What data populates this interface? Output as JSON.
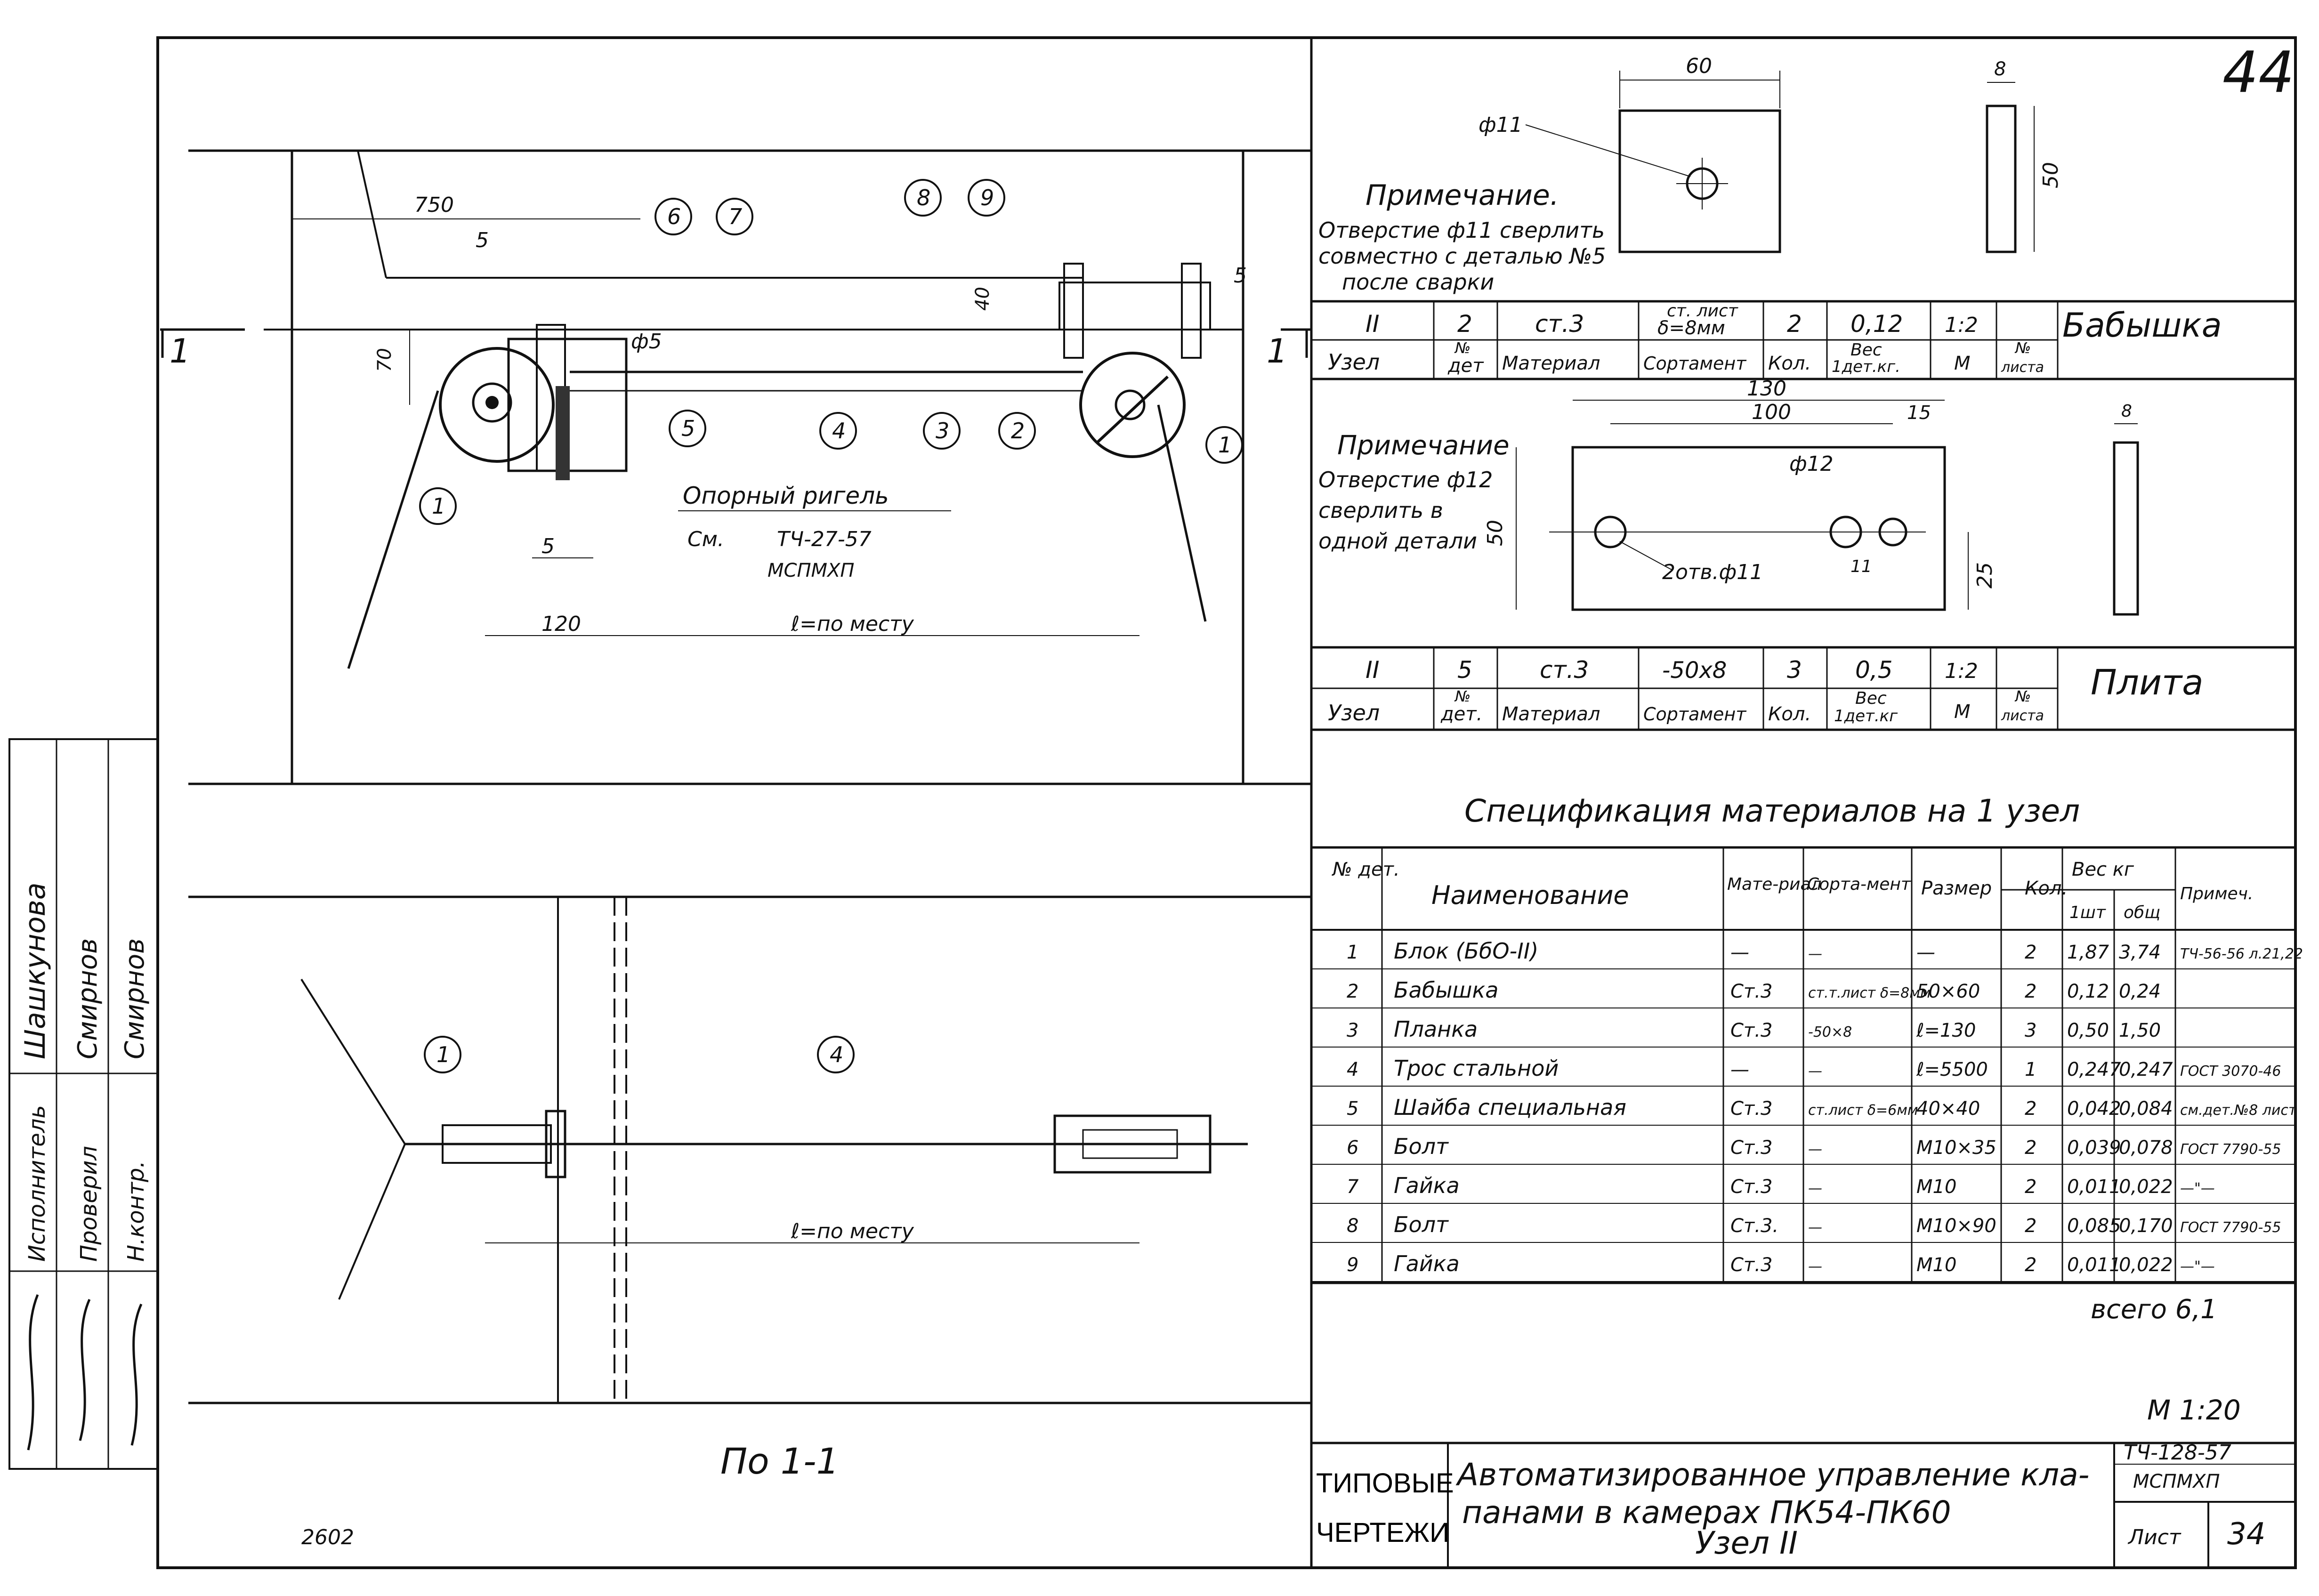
{
  "sheet_corner_number": "44",
  "detail_2": {
    "dims": {
      "width": "60",
      "height": "50",
      "thickness": "8",
      "hole": "ф11"
    },
    "note": [
      "Примечание.",
      "Отверстие ф11 сверлить",
      "совместно с деталью №5",
      "после сварки"
    ],
    "row": {
      "node": "II",
      "num": "2",
      "material": "ст.3",
      "sortament_a": "ст. лист",
      "sortament_b": "δ=8мм",
      "qty": "2",
      "weight": "0,12",
      "scale": "1:2",
      "sheet": "",
      "name": "Бабышка"
    },
    "headers": {
      "node": "Узел",
      "num_a": "№",
      "num_b": "дет",
      "material": "Материал",
      "sortament": "Сортамент",
      "qty": "Кол.",
      "weight_a": "Вес",
      "weight_b": "1дет.кг.",
      "scale": "М",
      "sheet_a": "№",
      "sheet_b": "листа"
    }
  },
  "detail_5": {
    "dims": {
      "length": "130",
      "inner": "100",
      "edge": "15",
      "height": "50",
      "bottom": "25",
      "thickness": "8",
      "hole": "ф12",
      "holes_two": "2отв.ф11",
      "small": "11"
    },
    "note": [
      "Примечание",
      "Отверстие ф12",
      "сверлить в",
      "одной детали"
    ],
    "row": {
      "node": "II",
      "num": "5",
      "material": "ст.3",
      "sortament": "-50х8",
      "qty": "3",
      "weight": "0,5",
      "scale": "1:2",
      "sheet": "",
      "name": "Плита"
    },
    "headers": {
      "node": "Узел",
      "num_a": "№",
      "num_b": "дет.",
      "material": "Материал",
      "sortament": "Сортамент",
      "qty": "Кол.",
      "weight_a": "Вес",
      "weight_b": "1дет.кг",
      "scale": "М",
      "sheet_a": "№",
      "sheet_b": "листа"
    }
  },
  "spec": {
    "title": "Спецификация материалов на 1 узел",
    "headers": {
      "num": "№ дет.",
      "name": "Наименование",
      "material": "Мате-риал",
      "sortament": "Сорта-мент",
      "size": "Размер",
      "qty": "Кол.",
      "weight": "Вес кг",
      "w1": "1шт",
      "wt": "общ",
      "note": "Примеч."
    },
    "rows": [
      {
        "num": "1",
        "name": "Блок (БбО-II)",
        "mat": "—",
        "sort": "—",
        "size": "—",
        "qty": "2",
        "w1": "1,87",
        "wt": "3,74",
        "note": "ТЧ-56-56 л.21,22"
      },
      {
        "num": "2",
        "name": "Бабышка",
        "mat": "Ст.3",
        "sort": "ст.т.лист δ=8мм",
        "size": "50×60",
        "qty": "2",
        "w1": "0,12",
        "wt": "0,24",
        "note": ""
      },
      {
        "num": "3",
        "name": "Планка",
        "mat": "Ст.3",
        "sort": "-50×8",
        "size": "ℓ=130",
        "qty": "3",
        "w1": "0,50",
        "wt": "1,50",
        "note": ""
      },
      {
        "num": "4",
        "name": "Трос стальной",
        "mat": "—",
        "sort": "—",
        "size": "ℓ=5500",
        "qty": "1",
        "w1": "0,247",
        "wt": "0,247",
        "note": "ГОСТ 3070-46"
      },
      {
        "num": "5",
        "name": "Шайба специальная",
        "mat": "Ст.3",
        "sort": "ст.лист δ=6мм",
        "size": "40×40",
        "qty": "2",
        "w1": "0,042",
        "wt": "0,084",
        "note": "см.дет.№8 лист"
      },
      {
        "num": "6",
        "name": "Болт",
        "mat": "Ст.3",
        "sort": "—",
        "size": "М10×35",
        "qty": "2",
        "w1": "0,039",
        "wt": "0,078",
        "note": "ГОСТ 7790-55"
      },
      {
        "num": "7",
        "name": "Гайка",
        "mat": "Ст.3",
        "sort": "—",
        "size": "М10",
        "qty": "2",
        "w1": "0,011",
        "wt": "0,022",
        "note": "—\"—"
      },
      {
        "num": "8",
        "name": "Болт",
        "mat": "Ст.3.",
        "sort": "—",
        "size": "М10×90",
        "qty": "2",
        "w1": "0,085",
        "wt": "0,170",
        "note": "ГОСТ 7790-55"
      },
      {
        "num": "9",
        "name": "Гайка",
        "mat": "Ст.3",
        "sort": "—",
        "size": "М10",
        "qty": "2",
        "w1": "0,011",
        "wt": "0,022",
        "note": "—\"—"
      }
    ],
    "total": "всего 6,1"
  },
  "scale": "М 1:20",
  "title_block": {
    "left": [
      "ТИПОВЫЕ",
      "ЧЕРТЕЖИ"
    ],
    "title": [
      "Автоматизированное управление кла-",
      "панами в камерах ПК54-ПК60",
      "Узел II"
    ],
    "code": [
      "ТЧ-128-57",
      "МСПМХП"
    ],
    "sheet_label": "Лист",
    "sheet_no": "34"
  },
  "side_stamp": {
    "roles": [
      "Исполнитель",
      "Проверил",
      "Н.контр."
    ],
    "names": [
      "Шашкунова",
      "Смирнов",
      "Смирнов"
    ]
  },
  "top_view": {
    "dim_750": "750",
    "dim_70": "70",
    "dim_40": "40",
    "dim_120": "120",
    "dim_len": "ℓ=по месту",
    "phi5": "ф5",
    "beam_label": "Опорный ригель",
    "ref_a": "См.",
    "ref_b": "ТЧ-27-57",
    "ref_c": "МСПМХП",
    "section_mark": "1",
    "label_5": "5",
    "callouts": [
      "1",
      "2",
      "3",
      "4",
      "5",
      "6",
      "7",
      "8",
      "9"
    ]
  },
  "bottom_view": {
    "dim_len": "ℓ=по месту",
    "section_title": "По 1-1",
    "callouts": [
      "1",
      "4"
    ]
  },
  "archive_no": "2602"
}
